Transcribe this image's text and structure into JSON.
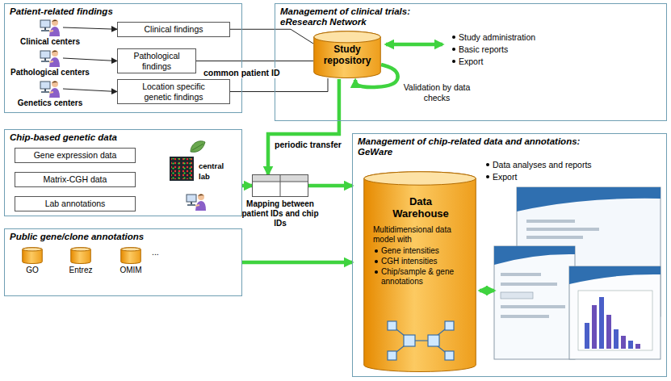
{
  "diagram": {
    "nodes": [
      {
        "text": [
          "Patient-related findings"
        ]
      },
      {
        "text": [
          "Clinical centers"
        ],
        "in": 0
      },
      {
        "text": [
          "Clinical findings"
        ],
        "in": 0
      },
      {
        "text": [
          "Pathological centers"
        ],
        "in": 0
      },
      {
        "text": [
          "Pathological findings"
        ],
        "in": 0
      },
      {
        "text": [
          "Genetics centers"
        ],
        "in": 0
      },
      {
        "text": [
          "Location specific genetic findings"
        ],
        "in": 0
      },
      {
        "text": [
          "Management of clinical trials: eResearch Network"
        ]
      },
      {
        "text": [
          "Study repository"
        ],
        "in": 7
      },
      {
        "text": [
          "Chip-based genetic data"
        ]
      },
      {
        "text": [
          "Gene expression data"
        ],
        "in": 9
      },
      {
        "text": [
          "Matrix-CGH data"
        ],
        "in": 9
      },
      {
        "text": [
          "Lab annotations"
        ],
        "in": 9
      },
      {
        "text": [
          "Public gene/clone annotations"
        ]
      },
      {
        "text": [
          "GO"
        ],
        "in": 13
      },
      {
        "text": [
          "Entrez"
        ],
        "in": 13
      },
      {
        "text": [
          "OMIM"
        ],
        "in": 13
      },
      {
        "text": [
          "Mapping between patient IDs and chip IDs"
        ]
      },
      {
        "text": [
          "Management of chip-related data and annotations: GeWare"
        ]
      },
      {
        "text": [
          "Data Warehouse",
          "Multidimensional data model with",
          "Gene intensities",
          "CGH intensities",
          "Chip/sample & gene annotations"
        ],
        "in": 18
      }
    ],
    "edges": [
      {
        "from": 1,
        "to": 2,
        "arrow": "to"
      },
      {
        "from": 3,
        "to": 4,
        "arrow": "to"
      },
      {
        "from": 5,
        "to": 6,
        "arrow": "to"
      },
      {
        "from": 2,
        "to": 8,
        "arrow": "none"
      },
      {
        "from": 4,
        "to": 8,
        "arrow": "none"
      },
      {
        "from": 6,
        "to": 8,
        "arrow": "none"
      },
      {
        "from": 8,
        "to": 8,
        "label": "Validation by data checks",
        "arrow": "to"
      },
      {
        "from": 8,
        "to": 17,
        "label": "periodic transfer",
        "arrow": "to"
      },
      {
        "from": 9,
        "to": 17,
        "arrow": "to"
      },
      {
        "from": 17,
        "to": 18,
        "arrow": "to"
      },
      {
        "from": 13,
        "to": 18,
        "arrow": "to"
      }
    ],
    "labels": [
      "common patient ID",
      "Study administration",
      "Basic reports",
      "Export",
      "central lab",
      "...",
      "Data analyses and reports",
      "Export"
    ]
  }
}
